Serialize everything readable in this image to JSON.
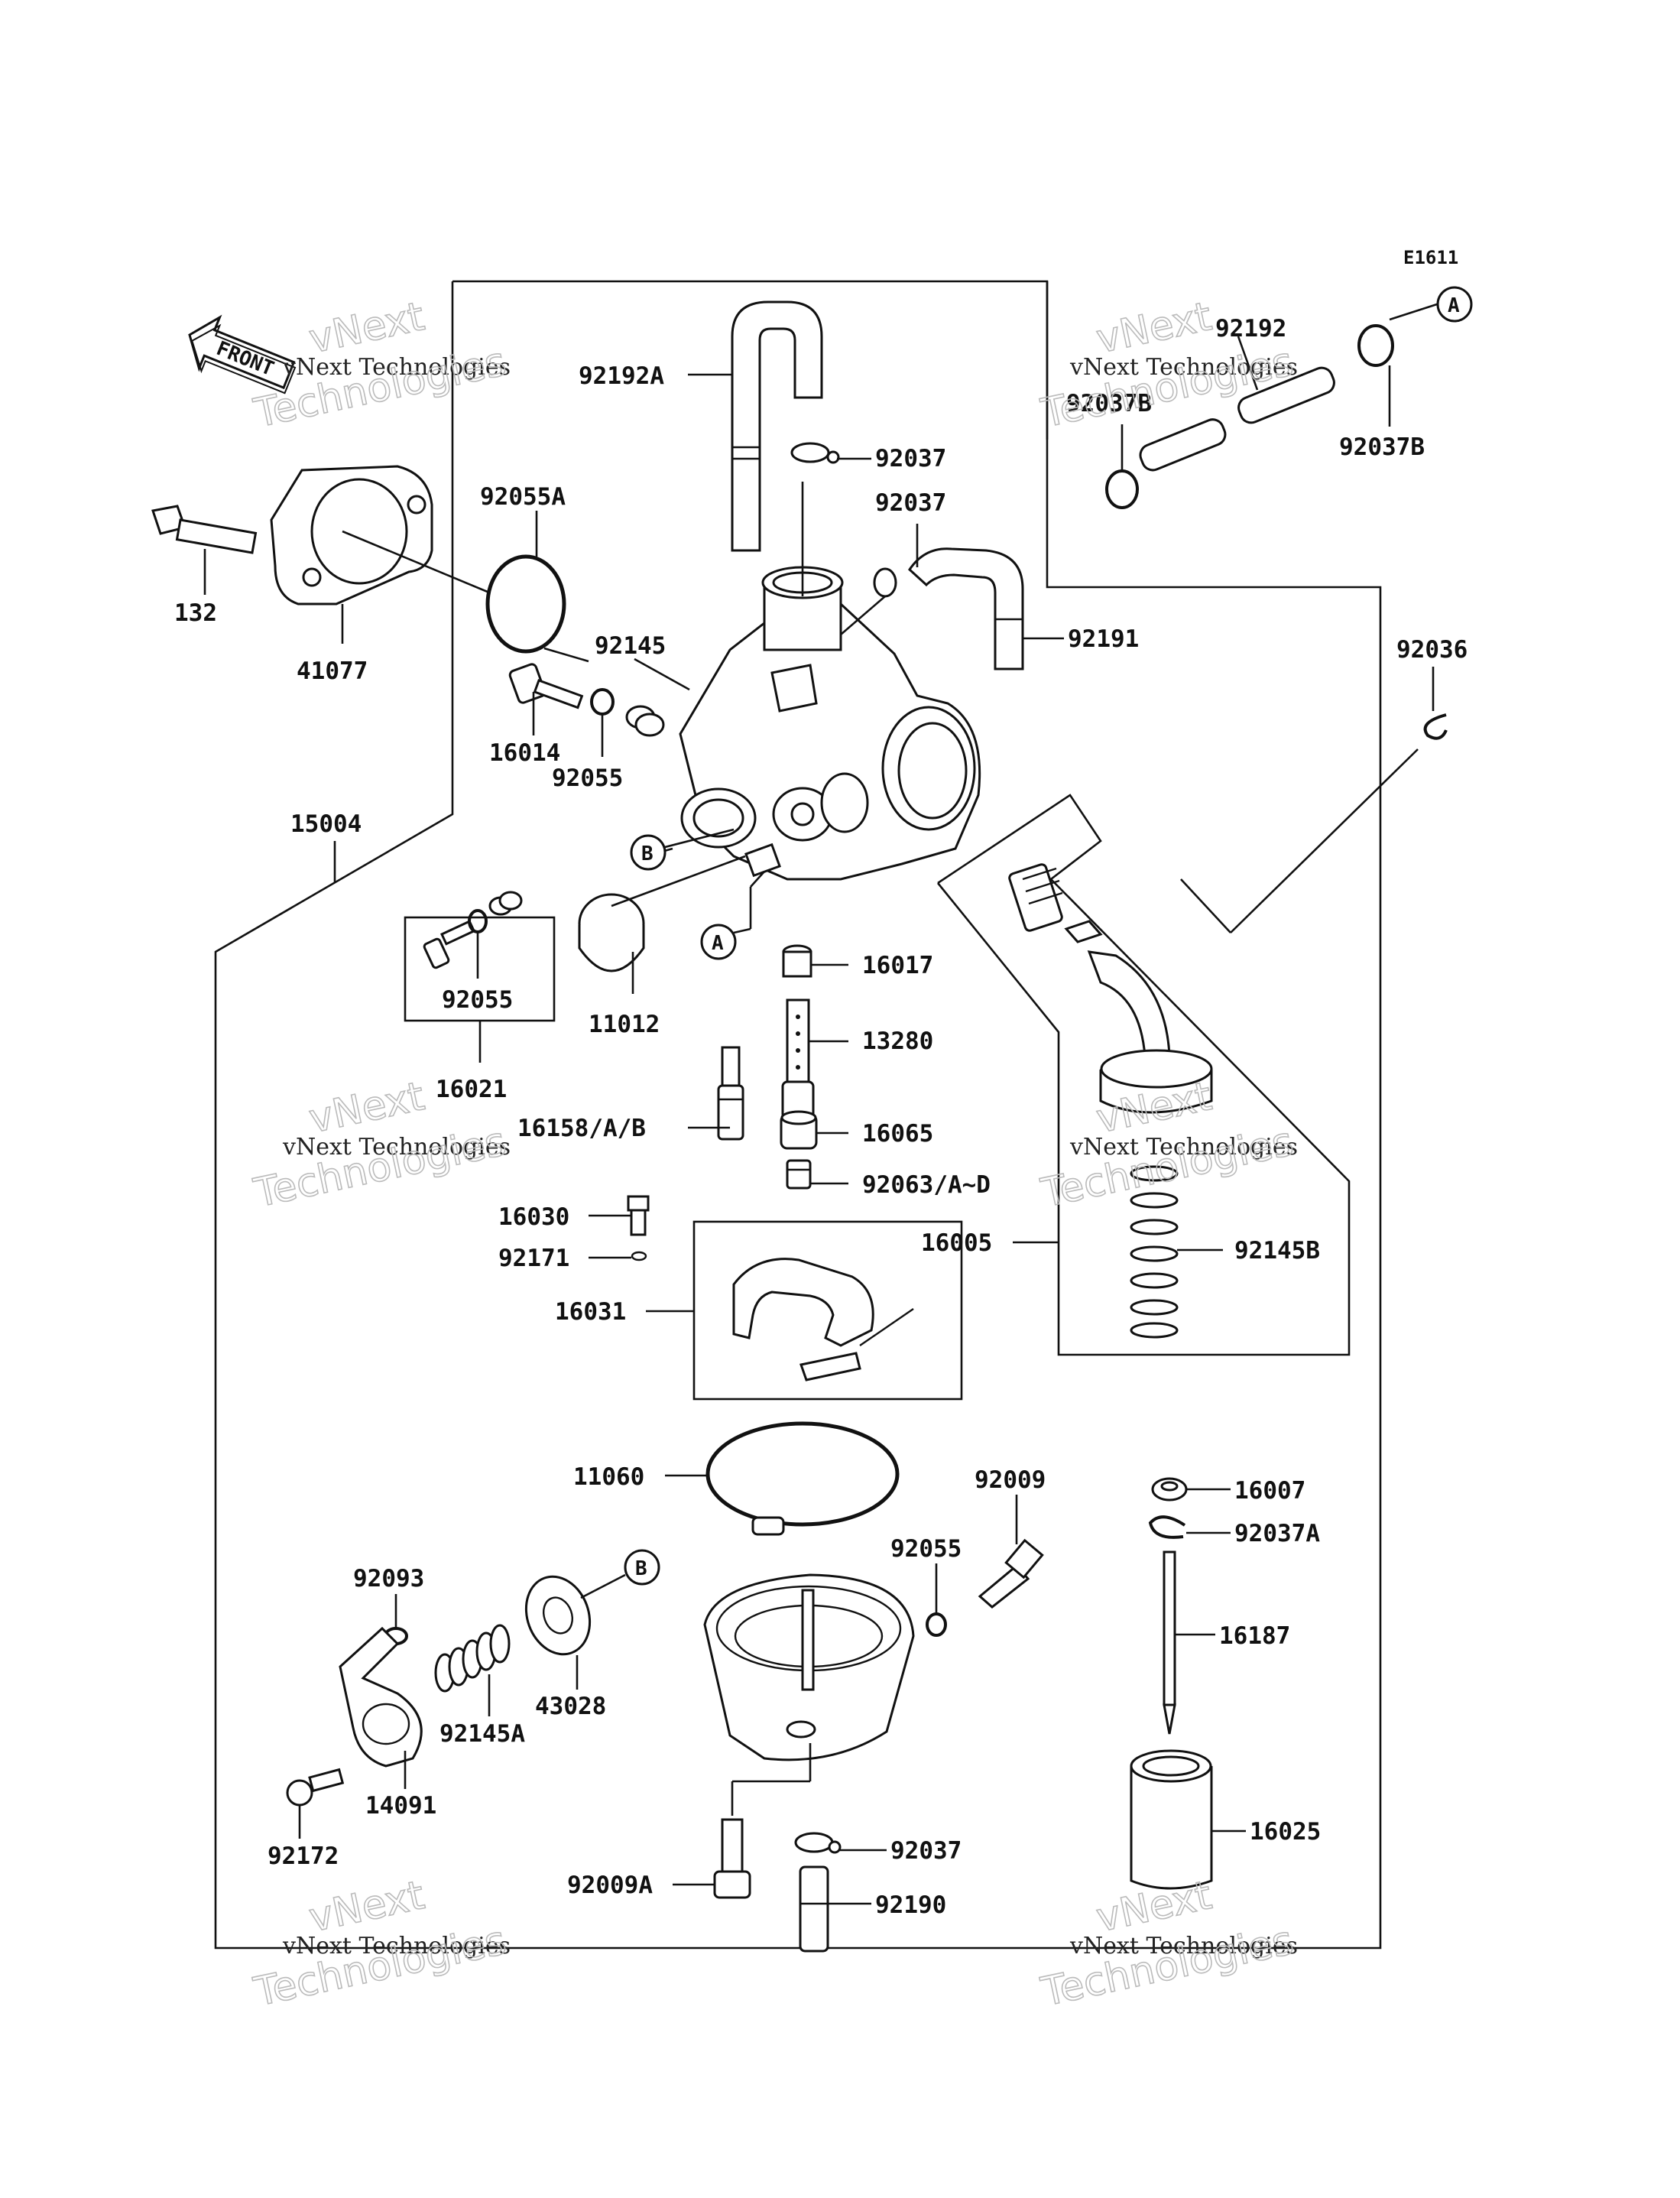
{
  "diagram_code": "E1611",
  "front_label": "FRONT",
  "watermark": {
    "line1": "vNext",
    "line2": "vNext Technologies",
    "line3": "Technologies"
  },
  "refs": {
    "a": "A",
    "b": "B"
  },
  "labels": {
    "p92192A": "92192A",
    "p92037_top": "92037",
    "p92037_mid": "92037",
    "p92191": "92191",
    "p92055A": "92055A",
    "p92145": "92145",
    "p132": "132",
    "p41077": "41077",
    "p16014": "16014",
    "p92055_a": "92055",
    "p15004": "15004",
    "p92055_b": "92055",
    "p16021": "16021",
    "p11012": "11012",
    "p16017": "16017",
    "p13280": "13280",
    "p16158": "16158/A/B",
    "p16065": "16065",
    "p92063": "92063/A~D",
    "p16030": "16030",
    "p92171": "92171",
    "p16031": "16031",
    "p16005": "16005",
    "p92145B": "92145B",
    "p92192": "92192",
    "p92037B_l": "92037B",
    "p92037B_r": "92037B",
    "p92036": "92036",
    "p11060": "11060",
    "p92009": "92009",
    "p92055_c": "92055",
    "p16007": "16007",
    "p92037A": "92037A",
    "p16187": "16187",
    "p92093": "92093",
    "p43028": "43028",
    "p92145A": "92145A",
    "p14091": "14091",
    "p92172": "92172",
    "p92009A": "92009A",
    "p92037_bot": "92037",
    "p92190": "92190",
    "p16025": "16025"
  }
}
